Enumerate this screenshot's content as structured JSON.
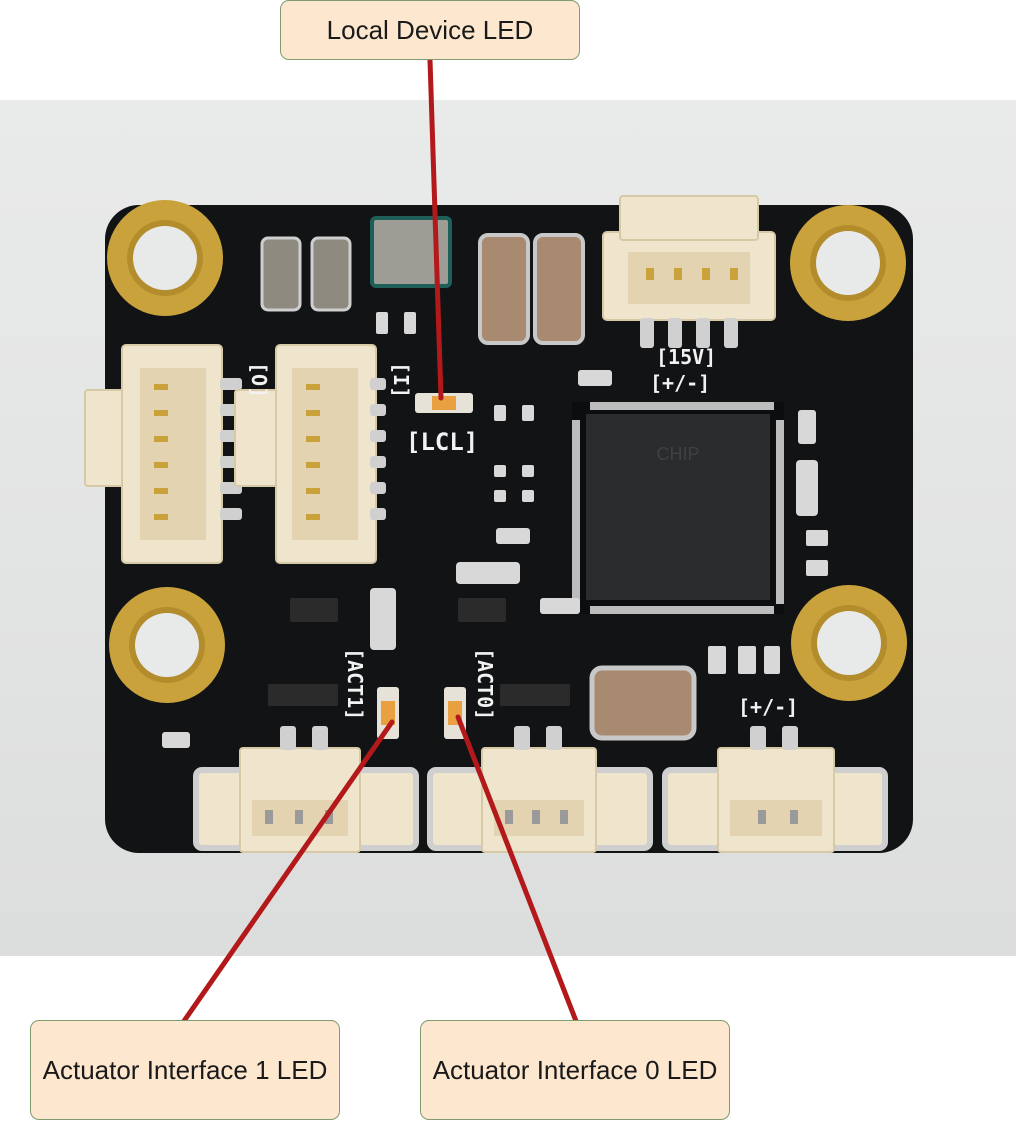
{
  "callouts": {
    "local": "Local Device LED",
    "act1": "Actuator Interface 1 LED",
    "act0": "Actuator Interface 0 LED"
  },
  "silkscreen": {
    "i_label": "[I]",
    "o_label": "[O]",
    "lcl": "[LCL]",
    "v15": "[15V]",
    "pm_top": "[+/-]",
    "act1": "[ACT1]",
    "act0": "[ACT0]",
    "pm_bottom": "[+/-]"
  },
  "colors": {
    "board": "#111315",
    "pad_gold": "#c9a23c",
    "connector": "#efe4cc",
    "leader": "#b3191b",
    "callout_fill": "#fde7cf",
    "callout_border": "#7d9b6f"
  }
}
